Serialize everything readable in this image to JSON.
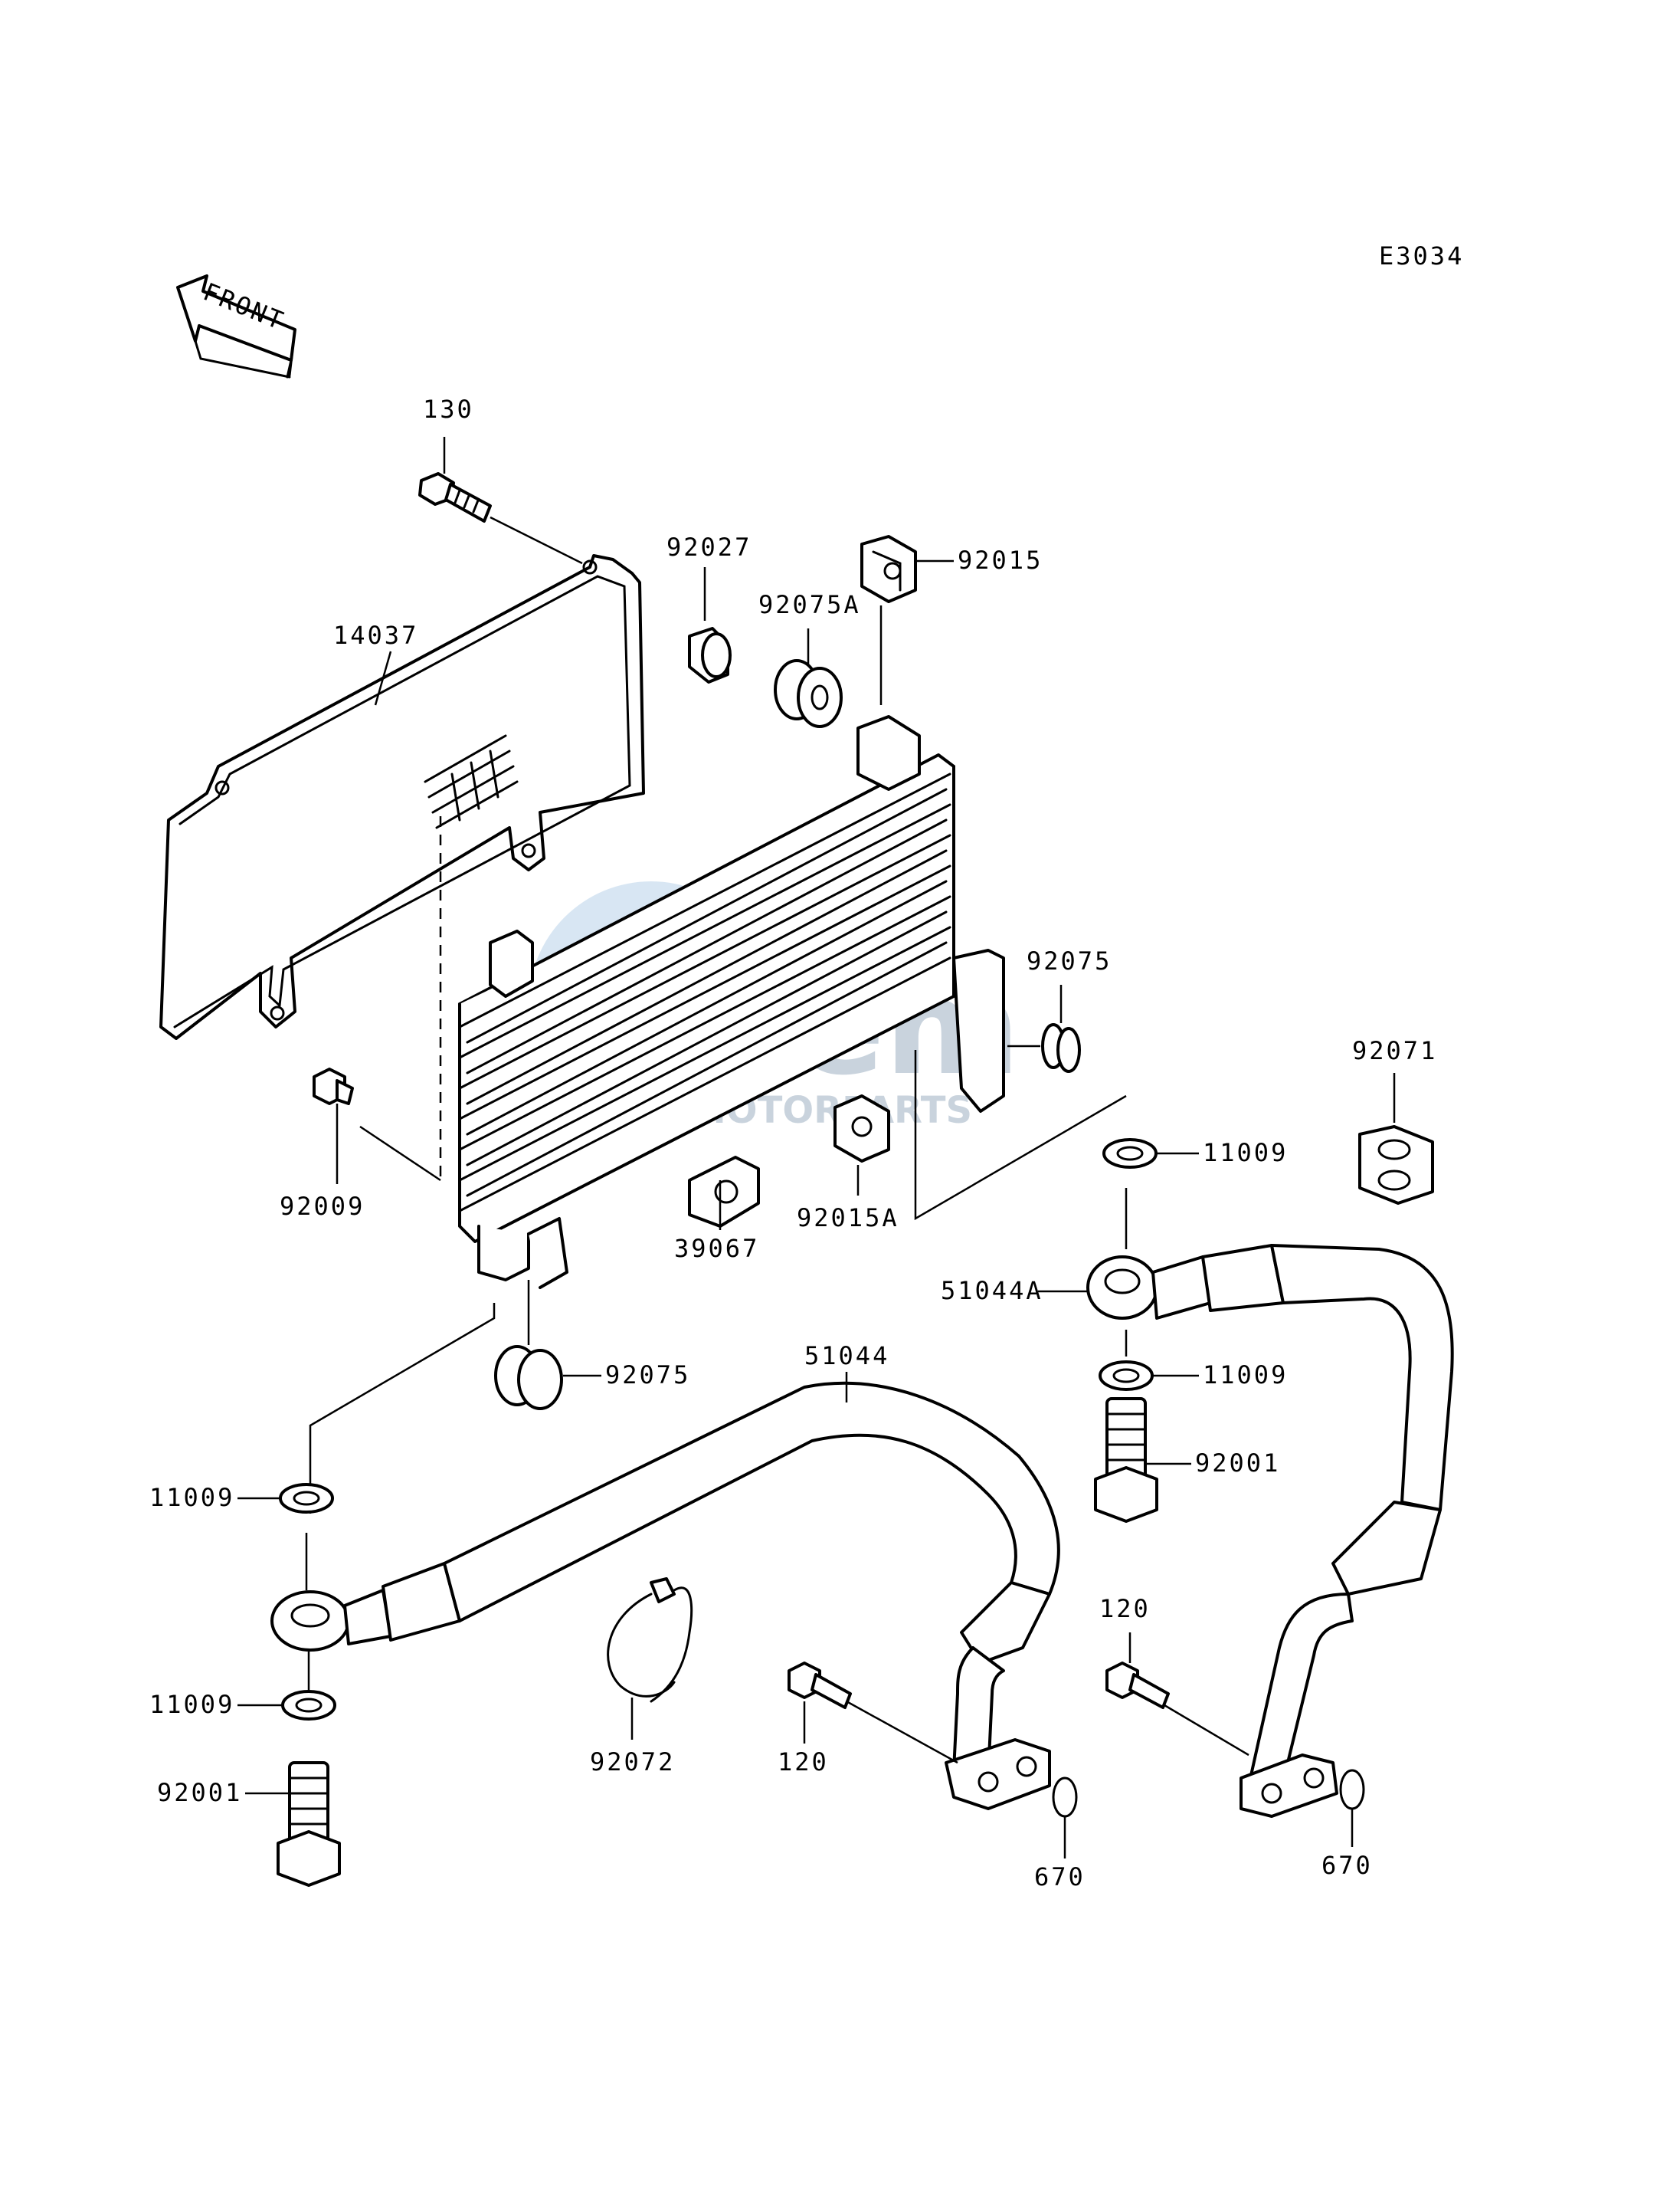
{
  "diagram_code": "E3034",
  "front_label": "FRONT",
  "watermark": {
    "text": "Gem",
    "subtext": "MOTORPARTS"
  },
  "callouts": {
    "p130": "130",
    "p14037": "14037",
    "p92027": "92027",
    "p92015": "92015",
    "p92075A": "92075A",
    "p92075_upper": "92075",
    "p92071": "92071",
    "p11009_right_upper": "11009",
    "p92009": "92009",
    "p39067": "39067",
    "p92015A": "92015A",
    "p51044A": "51044A",
    "p51044": "51044",
    "p92075_lower": "92075",
    "p11009_right_lower": "11009",
    "p92001_right": "92001",
    "p11009_left_upper": "11009",
    "p120_right": "120",
    "p11009_left_lower": "11009",
    "p92001_left": "92001",
    "p92072": "92072",
    "p120_left": "120",
    "p670_left": "670",
    "p670_right": "670"
  }
}
